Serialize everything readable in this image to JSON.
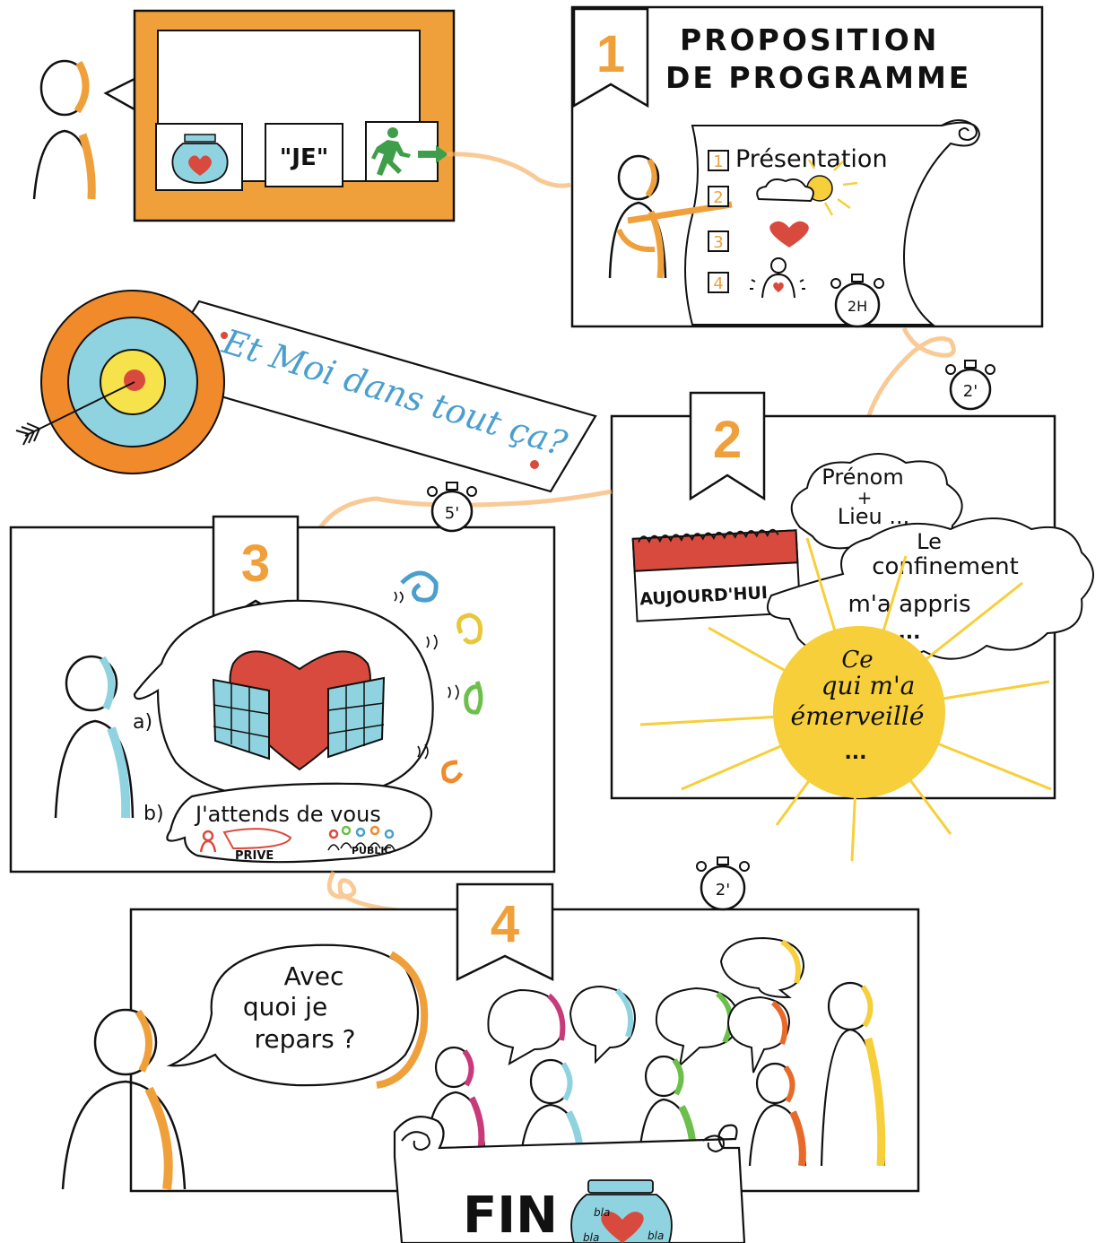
{
  "intro": {
    "quote_label": "\"JE\""
  },
  "step1": {
    "number": "1",
    "title_line1": "PROPOSITION",
    "title_line2": "DE PROGRAMME",
    "items": [
      "1",
      "2",
      "3",
      "4"
    ],
    "item1_text": "Présentation",
    "timer": "2H"
  },
  "target": {
    "banner_text": "Et Moi dans tout ça?"
  },
  "step2": {
    "number": "2",
    "timer": "2'",
    "calendar_label": "AUJOURD'HUI",
    "cloud1": [
      "Prénom",
      "+",
      "Lieu ..."
    ],
    "cloud2": [
      "Le",
      "confinement",
      "m'a   appris",
      "..."
    ],
    "sun": [
      "Ce",
      "qui m'a",
      "émerveillé",
      "..."
    ]
  },
  "step3": {
    "number": "3",
    "timer": "5'",
    "label_a": "a)",
    "label_b": "b)",
    "bubble_b": "J'attends de vous",
    "tag_private": "PRIVE",
    "tag_public": "PUBLIC"
  },
  "step4": {
    "number": "4",
    "timer": "2'",
    "bubble": [
      "Avec",
      "quoi je",
      "repars ?"
    ]
  },
  "end": {
    "label": "FIN",
    "jar_text_top": "bla",
    "jar_text_left": "bla",
    "jar_text_right": "bla"
  },
  "colors": {
    "orange": "#f0a03a",
    "red": "#d94a3e",
    "blue": "#8fd3e0",
    "yellow": "#f6cf3a",
    "green": "#3f9e4a"
  }
}
